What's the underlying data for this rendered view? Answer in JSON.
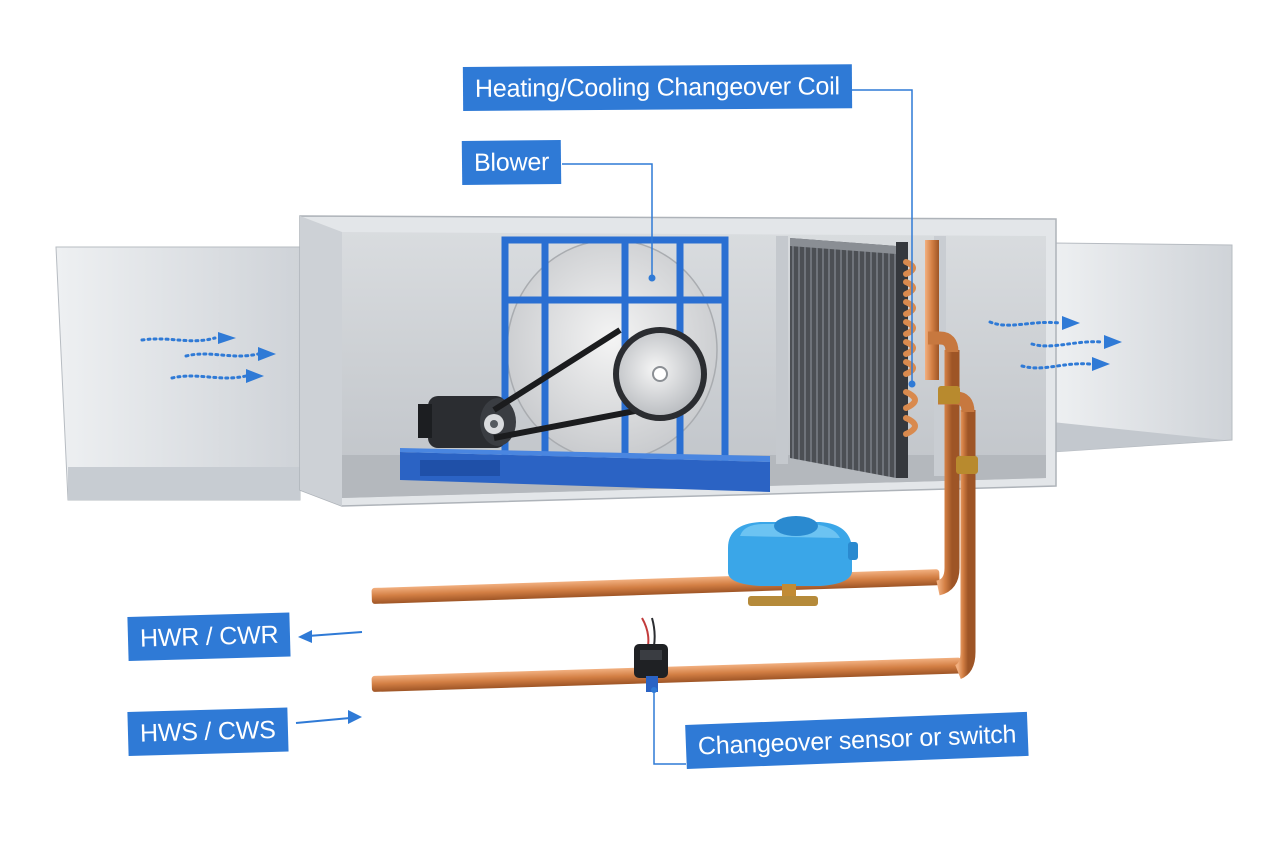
{
  "labels": {
    "coil": "Heating/Cooling Changeover Coil",
    "blower": "Blower",
    "return": "HWR / CWR",
    "supply": "HWS / CWS",
    "sensor": "Changeover sensor or switch"
  },
  "colors": {
    "callout_bg": "#2f7ad6",
    "callout_text": "#ffffff",
    "copper": "#d98a4e",
    "housing": "#d3d6da",
    "blower_frame": "#2a6fd2",
    "airflow": "#2f7ad6",
    "valve_actuator": "#3aa6e8"
  },
  "icons": {
    "airflow": "dashed-airflow-arrow-icon",
    "flow_direction": "flow-arrow-icon"
  }
}
